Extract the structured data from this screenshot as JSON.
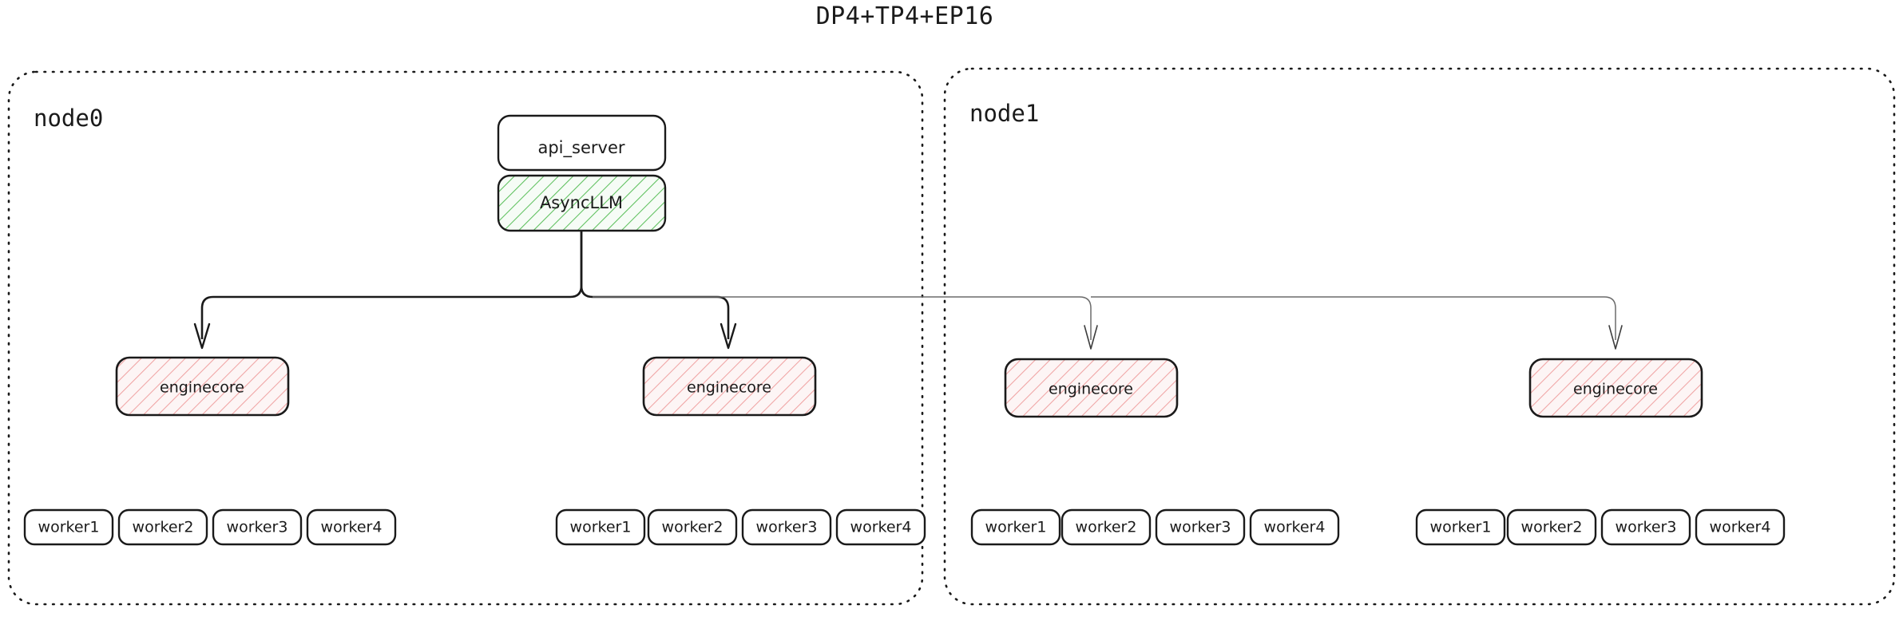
{
  "title": "DP4+TP4+EP16",
  "colors": {
    "ink": "#1a1a1a",
    "green_hatch": "#63c263",
    "green_bg": "#f3fbf3",
    "pink_hatch": "#f0a3a3",
    "pink_bg": "#fdf4f4",
    "box_fill": "#ffffff",
    "light_line": "#6b6b6b"
  },
  "nodes": [
    {
      "id": "node0",
      "label": "node0",
      "stack": [
        {
          "id": "api_server",
          "label": "api_server",
          "style": "plain"
        },
        {
          "id": "async_llm",
          "label": "AsyncLLM",
          "style": "green-hatch"
        }
      ],
      "enginecores": [
        {
          "id": "node0-ec0",
          "label": "enginecore",
          "style": "pink-hatch"
        },
        {
          "id": "node0-ec1",
          "label": "enginecore",
          "style": "pink-hatch"
        }
      ],
      "worker_groups": [
        {
          "id": "node0-wg0",
          "workers": [
            "worker1",
            "worker2",
            "worker3",
            "worker4"
          ]
        },
        {
          "id": "node0-wg1",
          "workers": [
            "worker1",
            "worker2",
            "worker3",
            "worker4"
          ]
        }
      ]
    },
    {
      "id": "node1",
      "label": "node1",
      "stack": [],
      "enginecores": [
        {
          "id": "node1-ec0",
          "label": "enginecore",
          "style": "pink-hatch"
        },
        {
          "id": "node1-ec1",
          "label": "enginecore",
          "style": "pink-hatch"
        }
      ],
      "worker_groups": [
        {
          "id": "node1-wg0",
          "workers": [
            "worker1",
            "worker2",
            "worker3",
            "worker4"
          ]
        },
        {
          "id": "node1-wg1",
          "workers": [
            "worker1",
            "worker2",
            "worker3",
            "worker4"
          ]
        }
      ]
    }
  ],
  "labels": {
    "title": "DP4+TP4+EP16",
    "node0": "node0",
    "node1": "node1",
    "api_server": "api_server",
    "async_llm": "AsyncLLM",
    "enginecore": "enginecore",
    "worker1": "worker1",
    "worker2": "worker2",
    "worker3": "worker3",
    "worker4": "worker4"
  },
  "edges": [
    {
      "from": "async_llm",
      "to": "node0-ec0",
      "weight": "dark"
    },
    {
      "from": "async_llm",
      "to": "node0-ec1",
      "weight": "dark"
    },
    {
      "from": "async_llm",
      "to": "node1-ec0",
      "weight": "light"
    },
    {
      "from": "async_llm",
      "to": "node1-ec1",
      "weight": "light"
    }
  ]
}
